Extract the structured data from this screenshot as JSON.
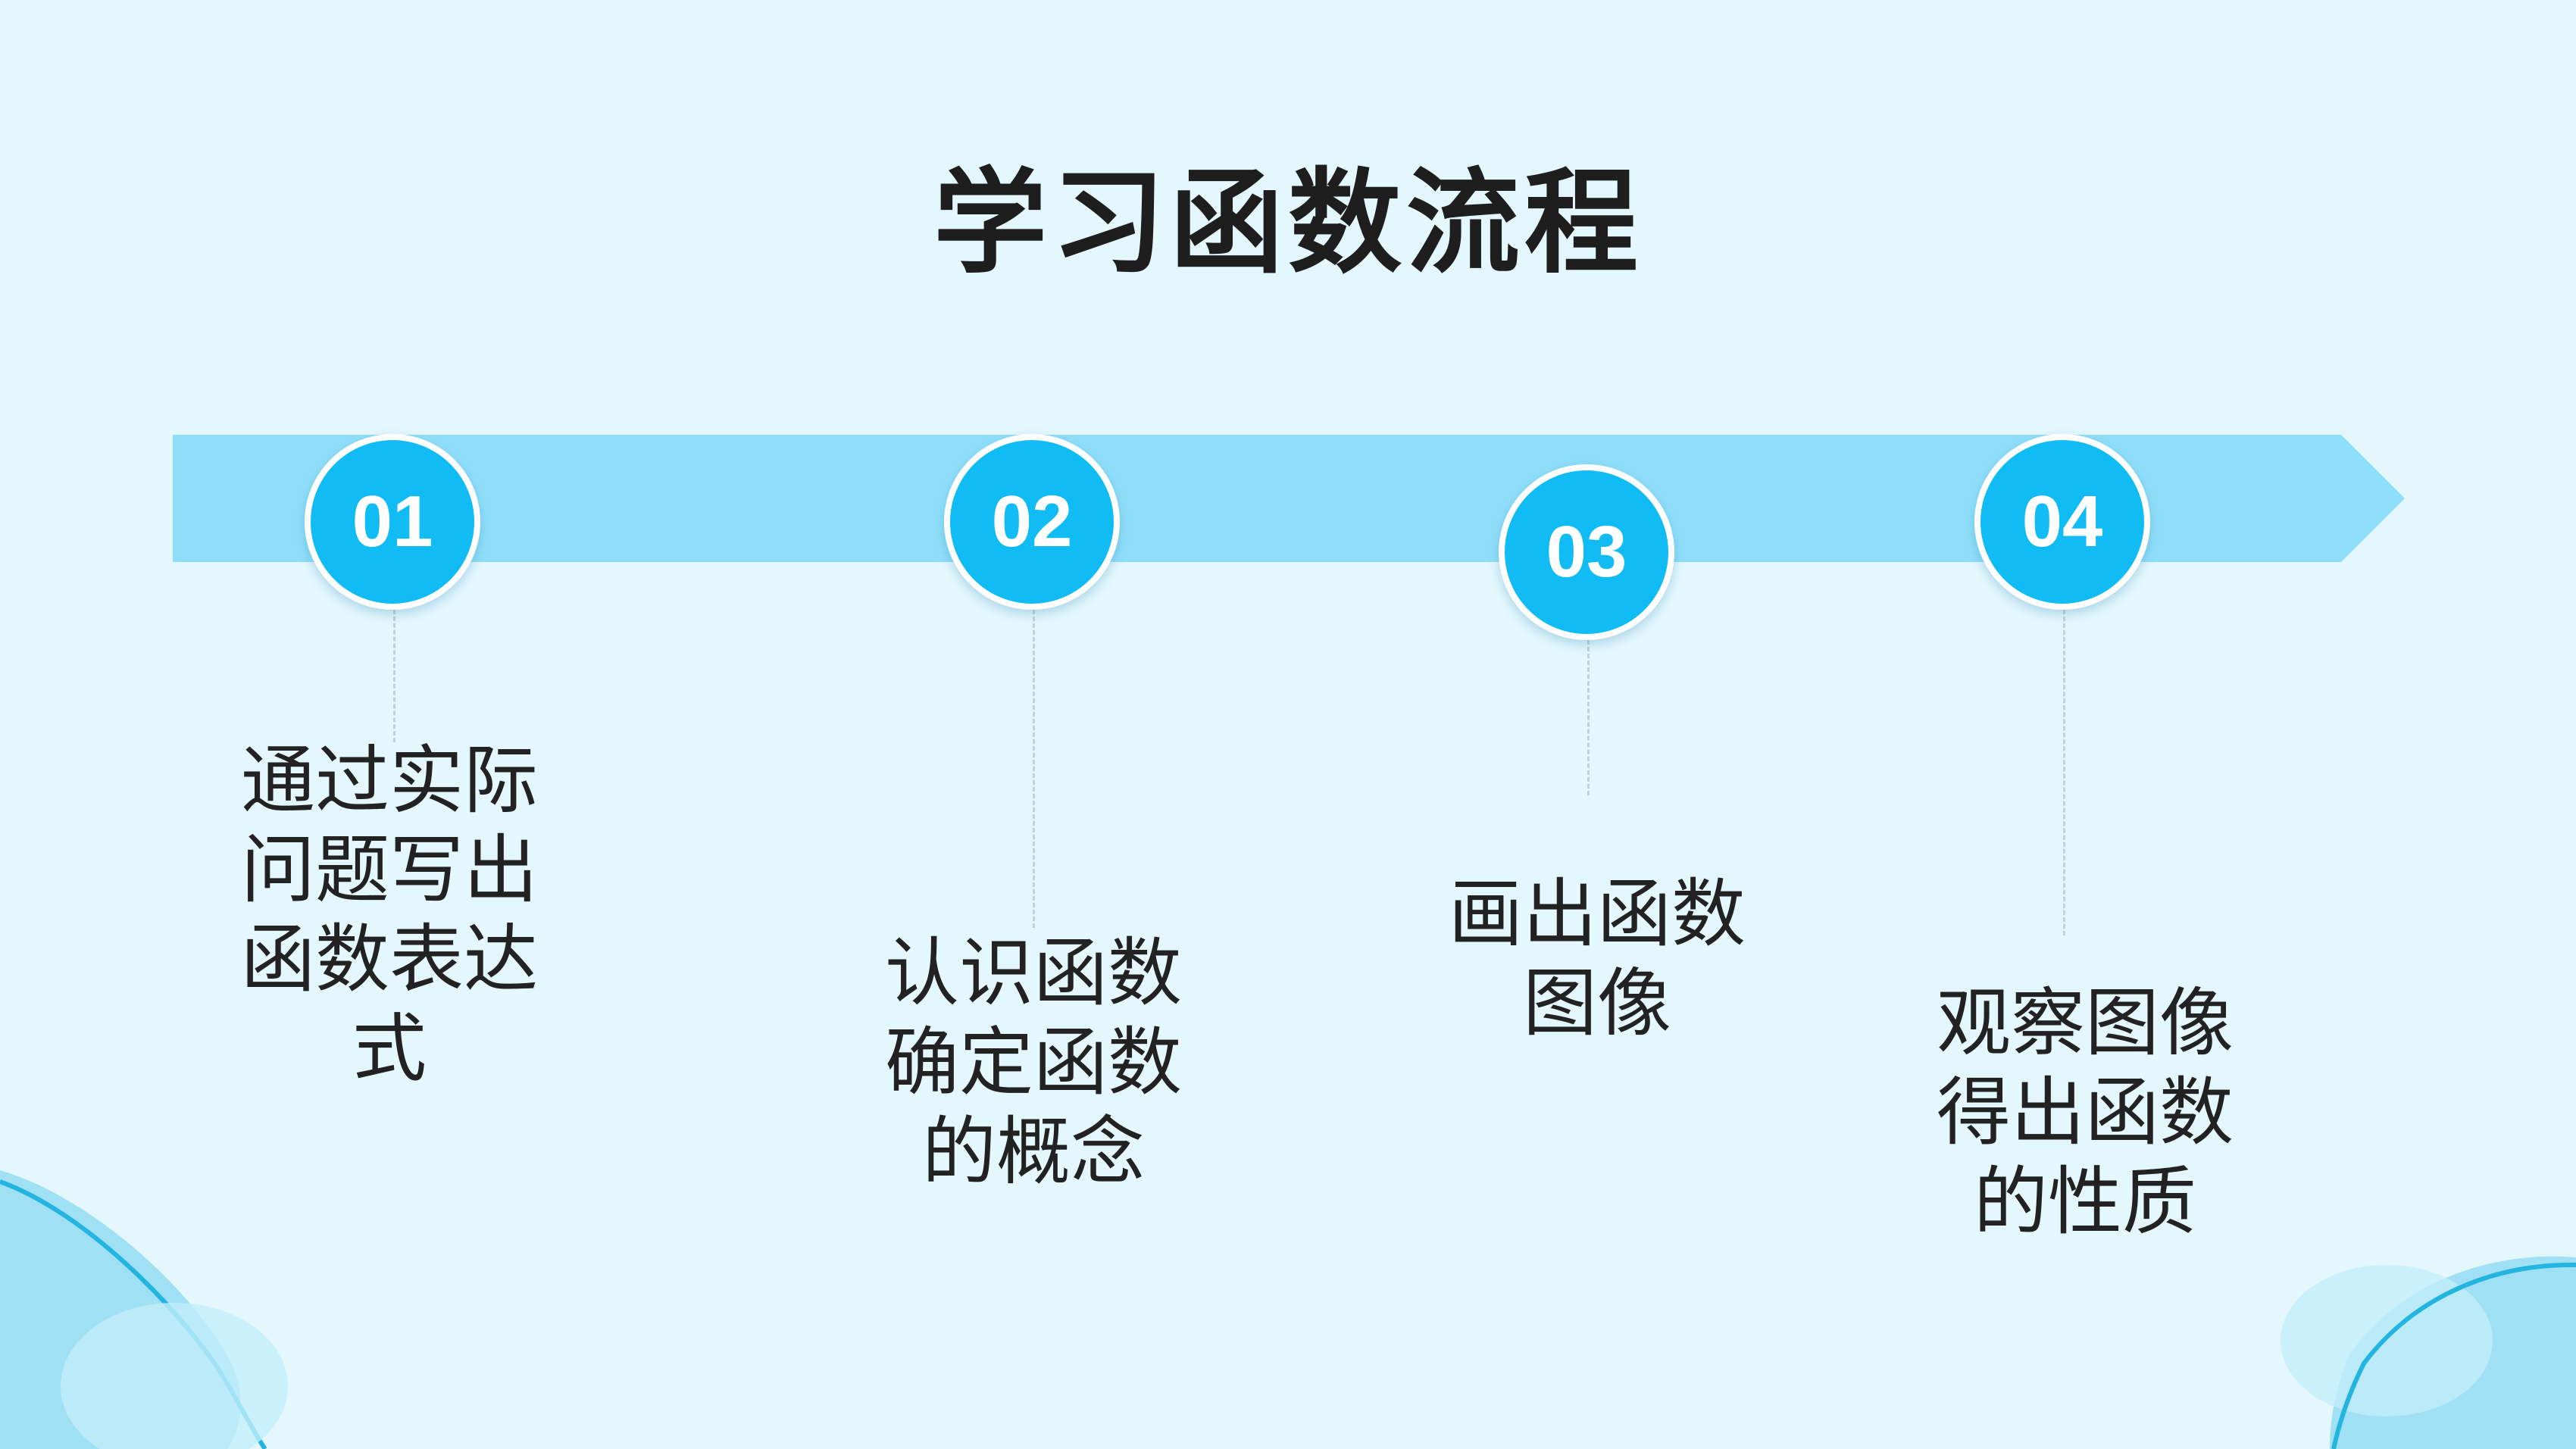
{
  "title": "学习函数流程",
  "steps": [
    {
      "number": "01",
      "text": "通过实际问题写出函数表达式"
    },
    {
      "number": "02",
      "text": "认识函数确定函数的概念"
    },
    {
      "number": "03",
      "text": "画出函数图像"
    },
    {
      "number": "04",
      "text": "观察图像得出函数的性质"
    }
  ],
  "colors": {
    "background": "#e3f7fd",
    "arrow": "#8fdef9",
    "circle": "#11bcf4",
    "text": "#222222",
    "wave": "#8fd9f3",
    "wave_line": "#23b4e0"
  }
}
